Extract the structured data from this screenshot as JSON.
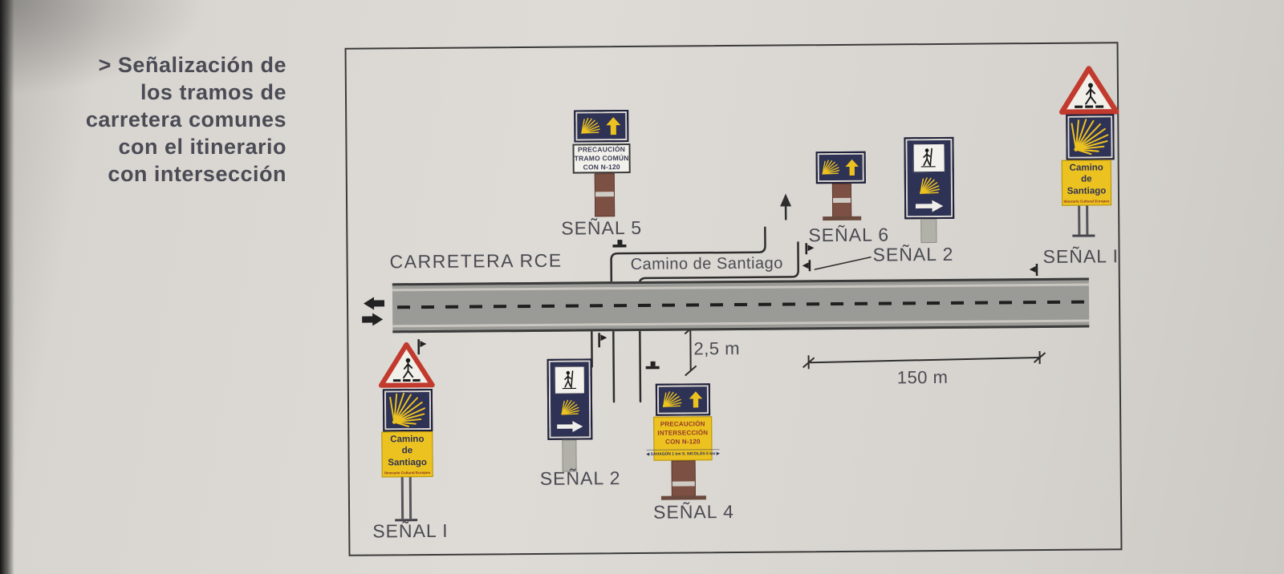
{
  "title": {
    "lines": [
      "> Señalización de",
      "los tramos de",
      "carretera comunes",
      "con el itinerario",
      "con intersección"
    ]
  },
  "diagram": {
    "road_label": "CARRETERA RCE",
    "path_label": "Camino de Santiago",
    "dimensions": {
      "crossing": "2,5 m",
      "separation": "150 m"
    },
    "sign_labels": {
      "senal5": "SEÑAL 5",
      "senal6": "SEÑAL 6",
      "senal2_top": "SEÑAL 2",
      "senal1_right": "SEÑAL I",
      "senal1_left": "SEÑAL I",
      "senal2_bottom": "SEÑAL 2",
      "senal4": "SEÑAL 4"
    },
    "sign5_panel": {
      "lines": [
        "PRECAUCIÓN",
        "TRAMO COMÚN",
        "CON N-120"
      ]
    },
    "sign4_panel": {
      "lines": [
        "PRECAUCIÓN",
        "INTERSECCIÓN",
        "CON N-120"
      ],
      "distances": "◀ SAHAGÚN 1 km   S. NICOLÁS 5 km ▶"
    },
    "sign1_panel": {
      "lines": [
        "Camino",
        "de",
        "Santiago"
      ],
      "subtitle": "Itinerario Cultural Europeo"
    },
    "colors": {
      "sign_blue": "#2e3255",
      "camino_yellow": "#ecc220",
      "post_brown": "#7c5042",
      "warning_red": "#c23a2e",
      "road_gray": "#9a9a96"
    }
  }
}
